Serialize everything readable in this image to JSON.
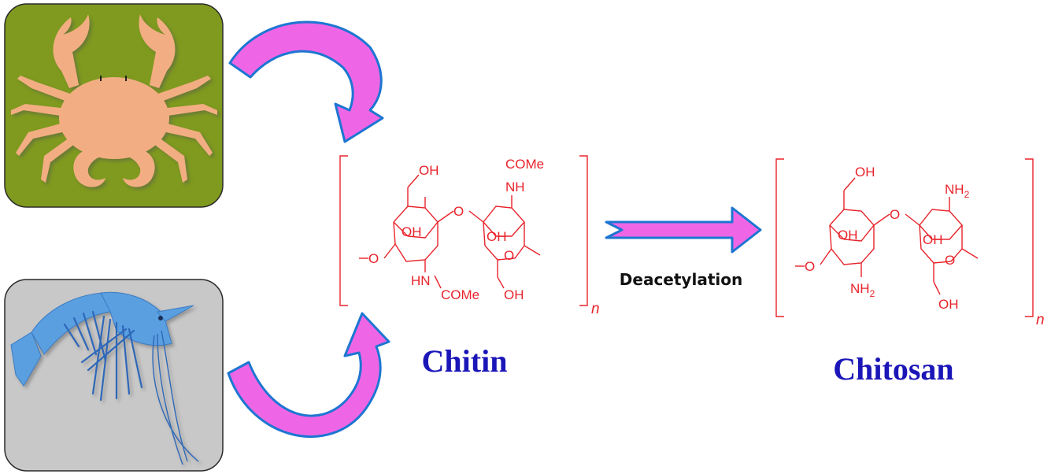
{
  "sources": {
    "crab_panel_bg": "#7f9a1e",
    "crab_color": "#f2ae82",
    "shrimp_panel_bg": "#c8c8c8",
    "shrimp_color": "#5a9fe0",
    "arrow_fill": "#ee66e6",
    "arrow_stroke": "#1d76d2"
  },
  "chitin": {
    "name": "Chitin",
    "labels": {
      "oh_top": "OH",
      "come_top": "COMe",
      "nh_top": "NH",
      "o_link": "O",
      "oh_ring1": "OH",
      "oh_ring2": "OH",
      "o_left": "O",
      "o_ring": "O",
      "hn": "HN",
      "come_bottom": "COMe",
      "oh_bottom": "OH",
      "n": "n"
    }
  },
  "reaction": {
    "label": "Deacetylation"
  },
  "chitosan": {
    "name": "Chitosan",
    "labels": {
      "oh_top": "OH",
      "nh2_top": "NH",
      "nh2_top_sub": "2",
      "o_link": "O",
      "oh_ring1": "OH",
      "oh_ring2": "OH",
      "o_left": "O",
      "o_ring": "O",
      "nh2_bottom": "NH",
      "nh2_bottom_sub": "2",
      "oh_bottom": "OH",
      "n": "n"
    }
  }
}
